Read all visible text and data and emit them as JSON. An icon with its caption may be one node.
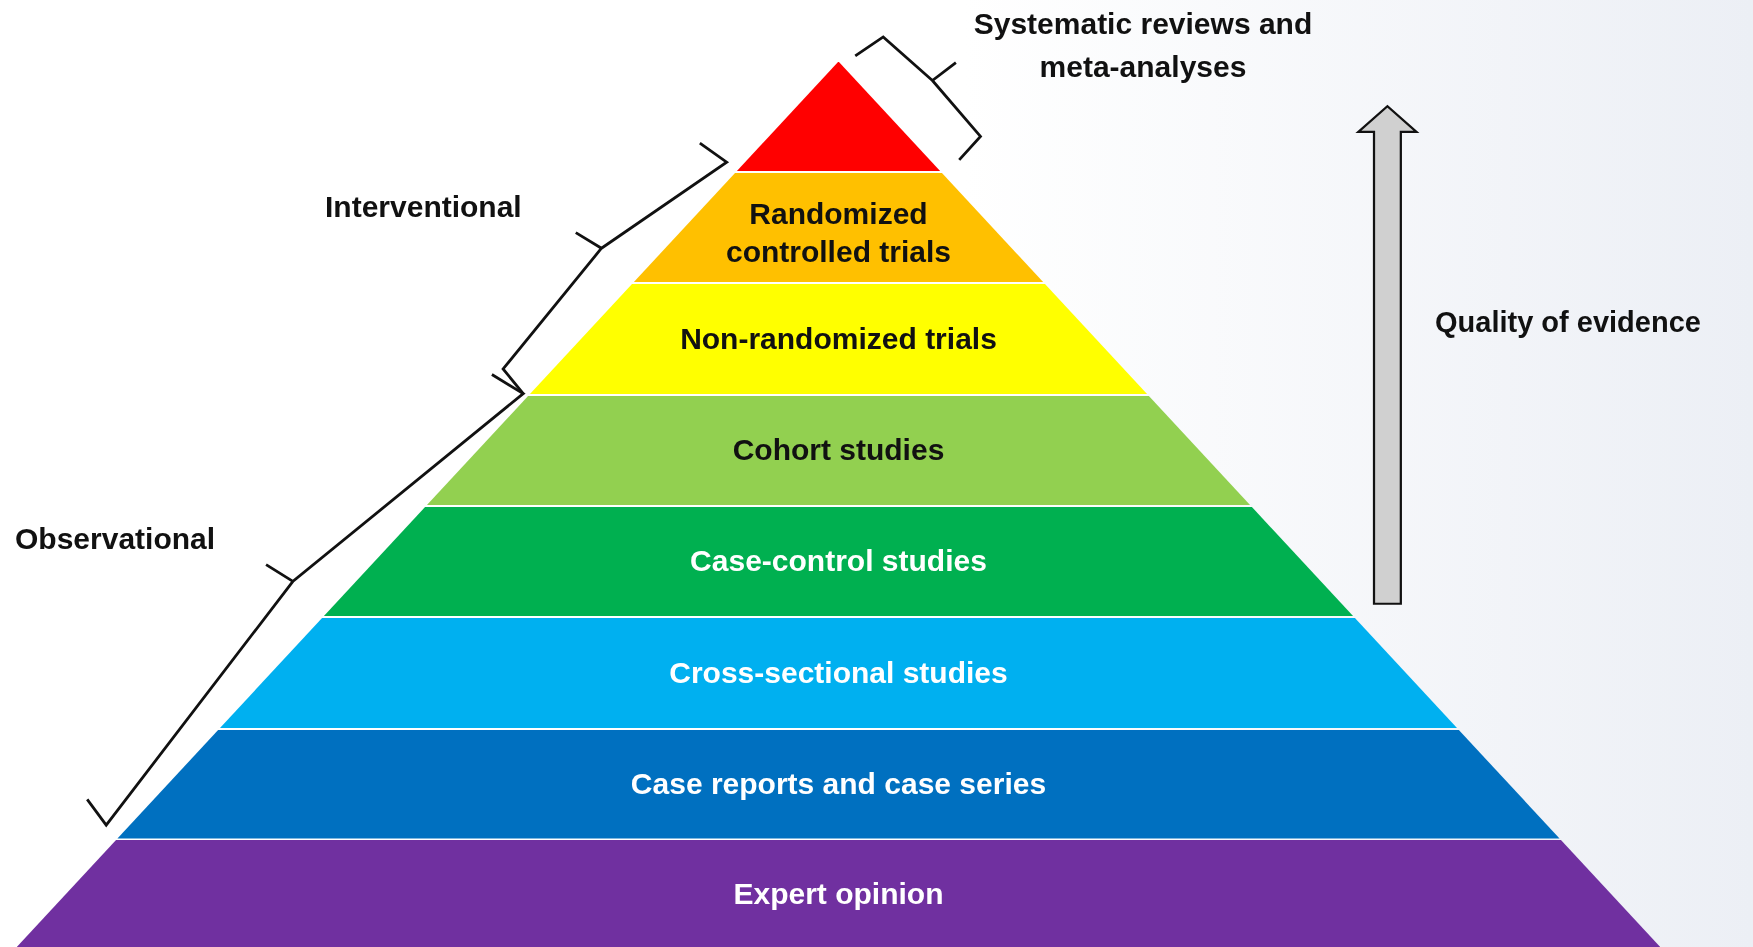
{
  "diagram": {
    "nodes": [
      {
        "text": [
          "Systematic reviews and meta-analyses"
        ]
      },
      {
        "text": [
          "Randomized controlled trials"
        ]
      },
      {
        "text": [
          "Non-randomized trials"
        ]
      },
      {
        "text": [
          "Cohort studies"
        ]
      },
      {
        "text": [
          "Case-control studies"
        ]
      },
      {
        "text": [
          "Cross-sectional studies"
        ]
      },
      {
        "text": [
          "Case reports and case series"
        ]
      },
      {
        "text": [
          "Expert opinion"
        ]
      }
    ],
    "labels": [
      "Interventional",
      "Quality of evidence",
      "Observational"
    ]
  }
}
